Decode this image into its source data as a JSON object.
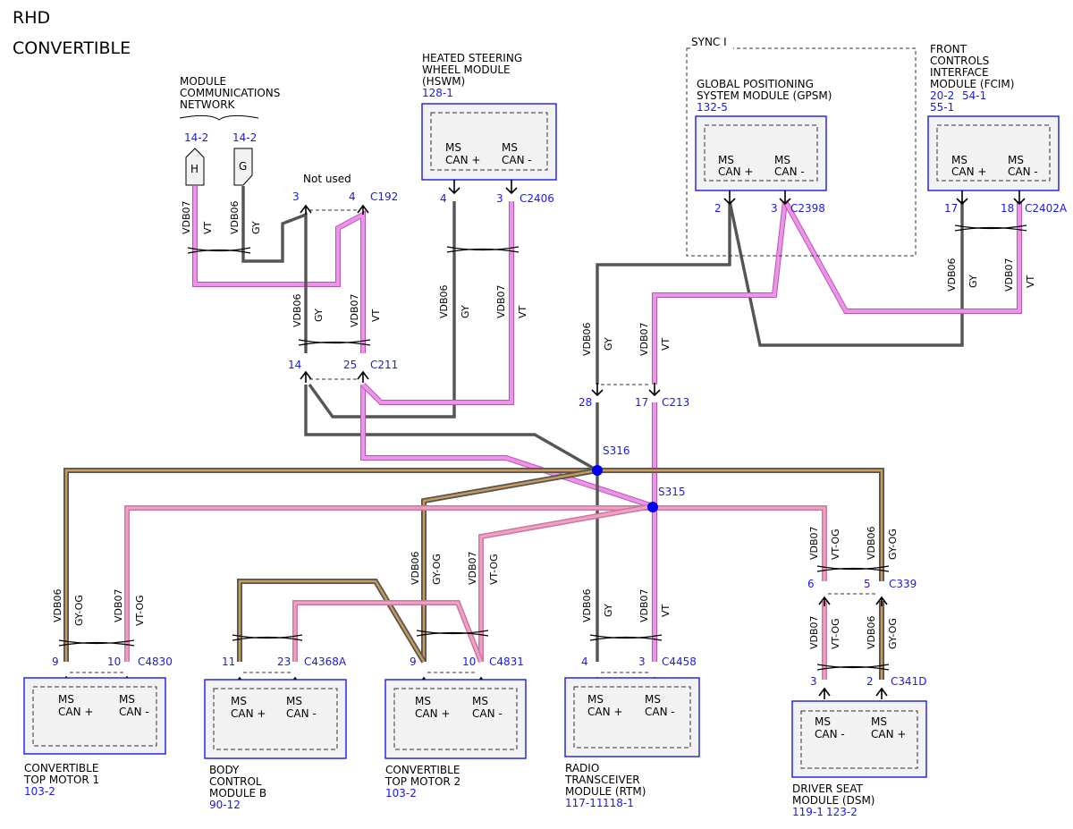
{
  "header": {
    "line1": "RHD",
    "line2": "CONVERTIBLE"
  },
  "mcn": {
    "line1": "MODULE",
    "line2": "COMMUNICATIONS",
    "line3": "NETWORK",
    "ref_h": "14-2",
    "ref_g": "14-2",
    "conn_h": "H",
    "conn_g": "G",
    "circuit_vt": "VDB07",
    "color_vt": "VT",
    "circuit_gy": "VDB06",
    "color_gy": "GY"
  },
  "c192": {
    "name": "C192",
    "not_used": "Not used",
    "pin_a": "3",
    "pin_b": "4"
  },
  "c211": {
    "name": "C211",
    "pin_a": "14",
    "pin_b": "25",
    "circuit_gy": "VDB06",
    "color_gy": "GY",
    "circuit_vt": "VDB07",
    "color_vt": "VT"
  },
  "hswm": {
    "line1": "HEATED STEERING",
    "line2": "WHEEL MODULE",
    "line3": "(HSWM)",
    "ref": "128-1",
    "pin_label_1": "MS",
    "pin_label_2": "CAN +",
    "pin_label_3": "MS",
    "pin_label_4": "CAN -",
    "conn": "C2406",
    "pin_a": "4",
    "pin_b": "3",
    "circuit_gy": "VDB06",
    "color_gy": "GY",
    "circuit_vt": "VDB07",
    "color_vt": "VT"
  },
  "sync": {
    "label": "SYNC I"
  },
  "gpsm": {
    "line1": "GLOBAL POSITIONING",
    "line2": "SYSTEM MODULE (GPSM)",
    "ref": "132-5",
    "pin_label_1": "MS",
    "pin_label_2": "CAN +",
    "pin_label_3": "MS",
    "pin_label_4": "CAN -",
    "conn": "C2398",
    "pin_a": "2",
    "pin_b": "3"
  },
  "fcim": {
    "line1": "FRONT",
    "line2": "CONTROLS",
    "line3": "INTERFACE",
    "line4": "MODULE (FCIM)",
    "ref1": "20-2",
    "ref2": "54-1",
    "ref3": "55-1",
    "pin_label_1": "MS",
    "pin_label_2": "CAN +",
    "pin_label_3": "MS",
    "pin_label_4": "CAN -",
    "conn": "C2402A",
    "pin_a": "17",
    "pin_b": "18",
    "circuit_gy": "VDB06",
    "color_gy": "GY",
    "circuit_vt": "VDB07",
    "color_vt": "VT"
  },
  "c213": {
    "name": "C213",
    "pin_a": "28",
    "pin_b": "17",
    "circuit_gy": "VDB06",
    "color_gy": "GY",
    "circuit_vt": "VDB07",
    "color_vt": "VT"
  },
  "splices": {
    "s316": "S316",
    "s315": "S315"
  },
  "ctm1": {
    "line1": "CONVERTIBLE",
    "line2": "TOP MOTOR 1",
    "ref": "103-2",
    "pin_label_1": "MS",
    "pin_label_2": "CAN +",
    "pin_label_3": "MS",
    "pin_label_4": "CAN -",
    "conn": "C4830",
    "pin_a": "9",
    "pin_b": "10",
    "circuit_gy": "VDB06",
    "color_gy": "GY-OG",
    "circuit_vt": "VDB07",
    "color_vt": "VT-OG"
  },
  "bcmb": {
    "line1": "BODY",
    "line2": "CONTROL",
    "line3": "MODULE B",
    "ref": "90-12",
    "pin_label_1": "MS",
    "pin_label_2": "CAN +",
    "pin_label_3": "MS",
    "pin_label_4": "CAN -",
    "conn": "C4368A",
    "pin_a": "11",
    "pin_b": "23"
  },
  "ctm2": {
    "line1": "CONVERTIBLE",
    "line2": "TOP MOTOR 2",
    "ref": "103-2",
    "pin_label_1": "MS",
    "pin_label_2": "CAN +",
    "pin_label_3": "MS",
    "pin_label_4": "CAN -",
    "conn": "C4831",
    "pin_a": "9",
    "pin_b": "10",
    "circuit_gy": "VDB06",
    "color_gy": "GY-OG",
    "circuit_vt": "VDB07",
    "color_vt": "VT-OG"
  },
  "rtm": {
    "line1": "RADIO",
    "line2": "TRANSCEIVER",
    "line3": "MODULE (RTM)",
    "ref1": "117-11",
    "ref2": "118-1",
    "pin_label_1": "MS",
    "pin_label_2": "CAN +",
    "pin_label_3": "MS",
    "pin_label_4": "CAN -",
    "conn": "C4458",
    "pin_a": "4",
    "pin_b": "3",
    "circuit_gy": "VDB06",
    "color_gy": "GY",
    "circuit_vt": "VDB07",
    "color_vt": "VT"
  },
  "c339": {
    "name": "C339",
    "pin_a": "6",
    "pin_b": "5",
    "circuit_vt": "VDB07",
    "color_vt": "VT-OG",
    "circuit_gy": "VDB06",
    "color_gy": "GY-OG"
  },
  "dsm": {
    "line1": "DRIVER SEAT",
    "line2": "MODULE (DSM)",
    "ref1": "119-1",
    "ref2": "123-2",
    "pin_label_1": "MS",
    "pin_label_2": "CAN -",
    "pin_label_3": "MS",
    "pin_label_4": "CAN +",
    "conn": "C341D",
    "pin_a": "3",
    "pin_b": "2",
    "circuit_vt": "VDB07",
    "color_vt": "VT-OG",
    "circuit_gy": "VDB06",
    "color_gy": "GY-OG"
  },
  "colors": {
    "can_plus_wire": "#555555",
    "can_minus_wire": "#ee92ee",
    "orange_tracer": "#cc9a55",
    "pink_og_wire": "#f3a0c8",
    "module_border": "#1a1ae6",
    "splice_dot": "#0000ee",
    "ref_text": "#1a1ae6"
  }
}
